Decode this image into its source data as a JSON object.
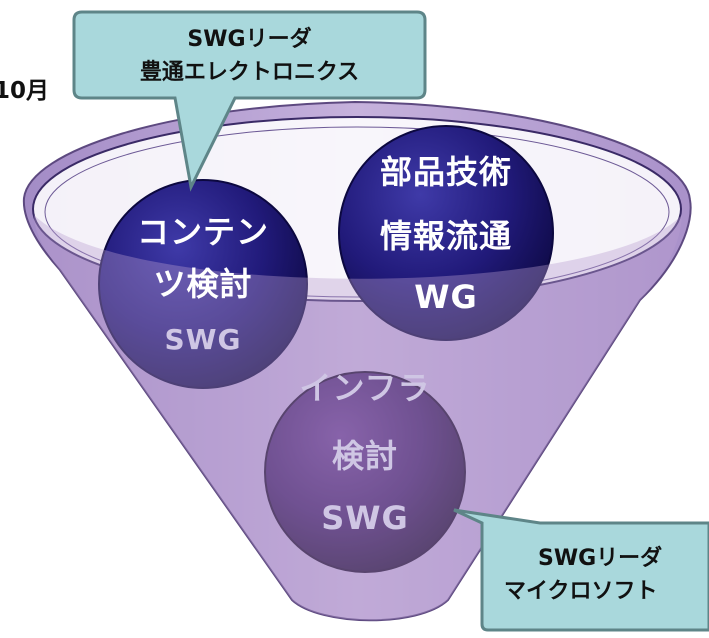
{
  "date_label": "10月",
  "callout_top": {
    "line1": "SWGリーダ",
    "line2": "豊通エレクトロニクス"
  },
  "callout_bottom": {
    "line1": "SWGリーダ",
    "line2": "マイクロソフト"
  },
  "circle_content": {
    "line1": "コンテン",
    "line2": "ツ検討",
    "line3": "SWG"
  },
  "circle_parts": {
    "line1": "部品技術",
    "line2": "情報流通",
    "line3": "WG"
  },
  "circle_infra": {
    "line1": "インフラ",
    "line2": "検討",
    "line3": "SWG"
  },
  "colors": {
    "funnel_fill": "#b79fd0",
    "funnel_stroke": "#55407a",
    "circle_dark": "#1d1770",
    "circle_purple": "#42206a",
    "callout_fill": "#a9d8dc",
    "callout_stroke": "#5e8588"
  }
}
